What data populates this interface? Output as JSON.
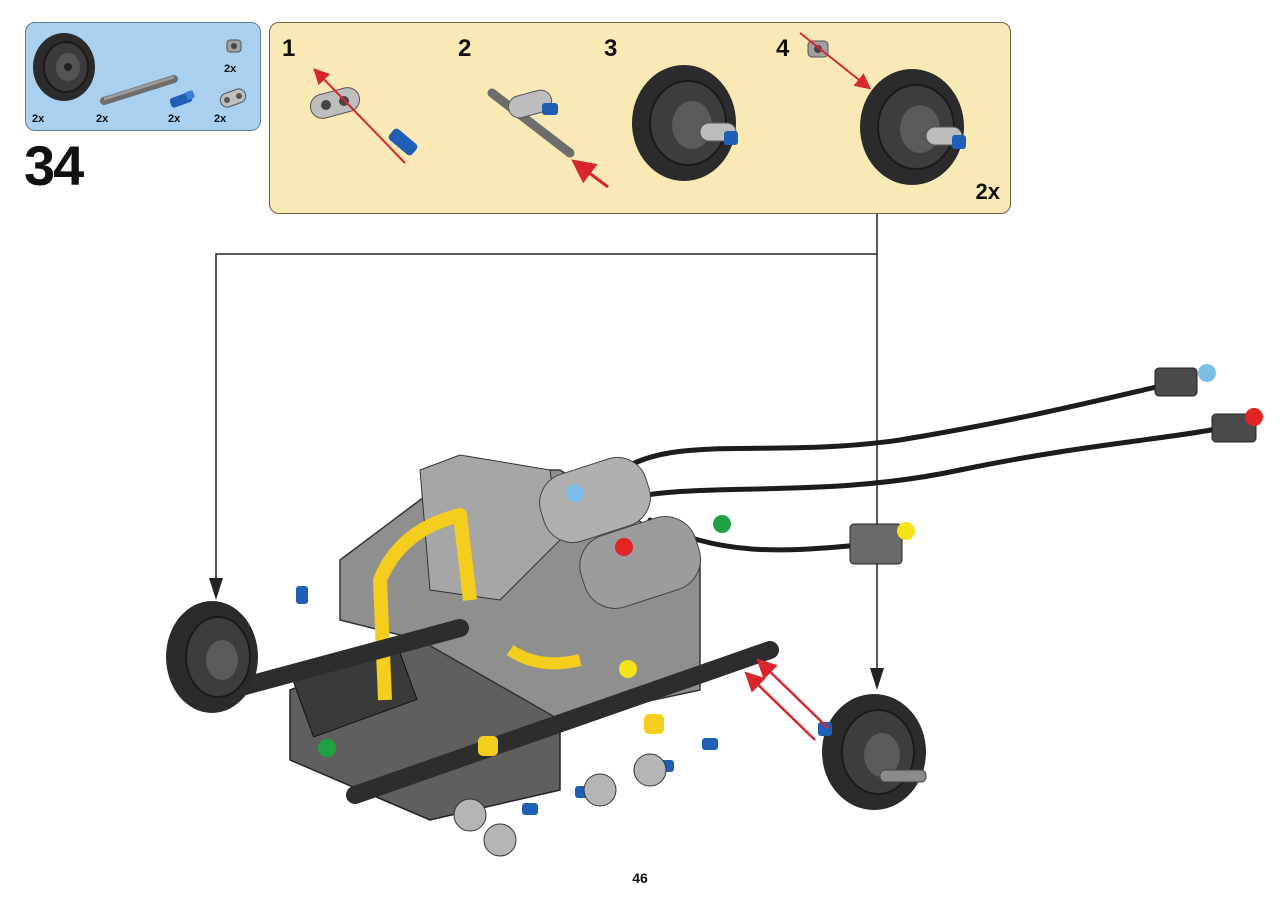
{
  "step": {
    "number": "34",
    "parts": [
      {
        "name": "wheel",
        "qty": "2x"
      },
      {
        "name": "axle",
        "qty": "2x"
      },
      {
        "name": "blue-pin",
        "qty": "2x"
      },
      {
        "name": "beam-2",
        "qty": "2x"
      },
      {
        "name": "bushing",
        "qty": "2x"
      }
    ],
    "substeps": [
      {
        "label": "1"
      },
      {
        "label": "2"
      },
      {
        "label": "3"
      },
      {
        "label": "4"
      }
    ],
    "substep_multiplier": "2x"
  },
  "page": {
    "number": "46"
  },
  "colors": {
    "parts_bg": "#a9d0ef",
    "substep_bg": "#fbe9b5",
    "arrow_red": "#d9262c",
    "tire": "#2b2b2b",
    "yellow": "#f5cd1e",
    "blue": "#1f5fb5",
    "gray": "#9a9a9a",
    "dark_gray": "#5a5a5a"
  },
  "markers": [
    "light-blue",
    "red",
    "green",
    "yellow"
  ]
}
